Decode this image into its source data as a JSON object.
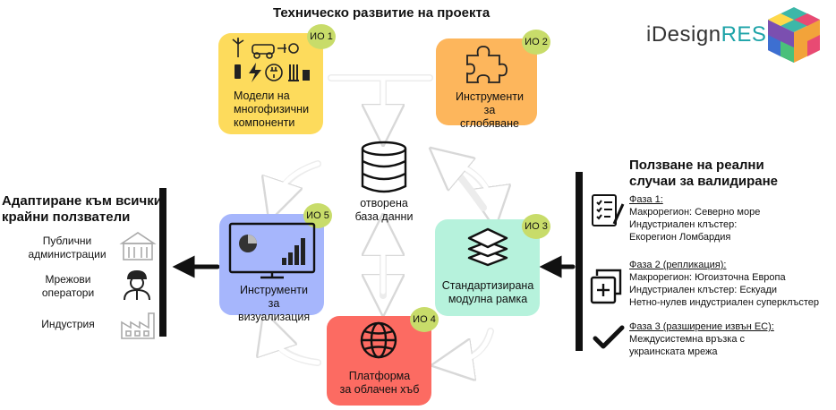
{
  "title": "Техническо развитие на проекта",
  "logo": {
    "text_i": "i",
    "text_design": "Design",
    "text_res": "RES"
  },
  "modules": {
    "m1": {
      "badge": "ИО 1",
      "label": [
        "Модели на",
        "многофизични",
        "компоненти"
      ]
    },
    "m2": {
      "badge": "ИО 2",
      "label": [
        "Инструменти",
        "за сглобяване"
      ]
    },
    "m3": {
      "badge": "ИО 3",
      "label": [
        "Стандартизирана",
        "модулна рамка"
      ]
    },
    "m4": {
      "badge": "ИО 4",
      "label": [
        "Платформа",
        "за облачен хъб"
      ]
    },
    "m5": {
      "badge": "ИО 5",
      "label": [
        "Инструменти",
        "за визуализация"
      ]
    }
  },
  "center": {
    "label": [
      "отворена",
      "база данни"
    ]
  },
  "left": {
    "title": [
      "Адаптиране към всички",
      "крайни ползватели"
    ],
    "users": [
      {
        "label": [
          "Публични",
          "администрации"
        ],
        "icon": "building-icon"
      },
      {
        "label": [
          "Мрежови",
          "оператори"
        ],
        "icon": "engineer-icon"
      },
      {
        "label": [
          "Индустрия"
        ],
        "icon": "factory-icon"
      }
    ]
  },
  "right": {
    "title": [
      "Ползване на реални",
      "случаи за валидиране"
    ],
    "phases": [
      {
        "heading": "Фаза 1:",
        "lines": [
          "Макрорегион: Северно море",
          "Индустриален клъстер:",
          "Екорегион Ломбардия"
        ],
        "icon": "checklist-icon"
      },
      {
        "heading": "Фаза 2 (репликация):",
        "lines": [
          "Макрорегион: Югоизточна Европа",
          "Индустриален клъстер: Ескуади",
          "Нетно-нулев индустриален суперклъстер"
        ],
        "icon": "copy-plus-icon"
      },
      {
        "heading": "Фаза 3 (разширение извън ЕС):",
        "lines": [
          "Междусистемна връзка с",
          "украинската мрежа"
        ],
        "icon": "checkmark-icon"
      }
    ]
  },
  "colors": {
    "m1": "#fddb5c",
    "m2": "#fdb65c",
    "m3": "#b6f2dc",
    "m4": "#fc6b62",
    "m5": "#a6b6fc",
    "badge": "#c8dc6a"
  }
}
